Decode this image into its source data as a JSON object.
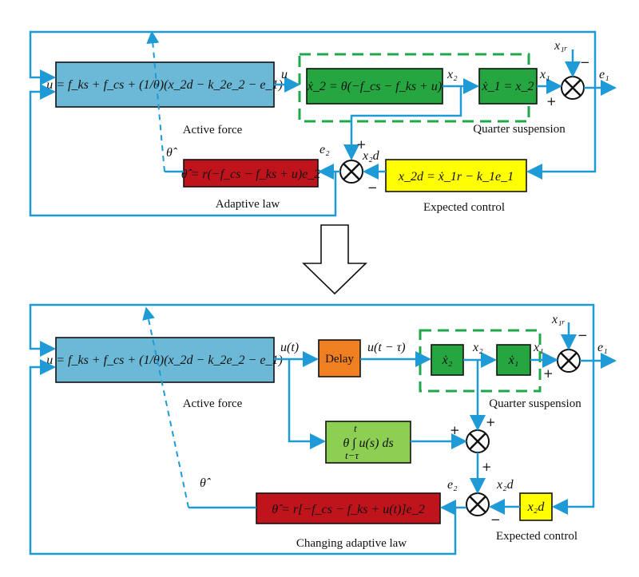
{
  "colors": {
    "wire": "#1e9bd7",
    "active_force": "#6bb9d6",
    "adaptive": "#c0141c",
    "expected": "#ffff00",
    "suspension": "#26a641",
    "delay": "#f07f22",
    "integral": "#8ccf52",
    "dashed_group": "#1ea84a"
  },
  "top": {
    "active_force_eq": "u = f_ks + f_cs + (1/θ)(x_2d − k_2e_2 − e_1)",
    "active_force_label": "Active force",
    "suspension_label": "Quarter suspension",
    "x2dot_eq": "ẋ_2 = θ(−f_cs − f_ks + u)",
    "x1dot_eq": "ẋ_1 = x_2",
    "adaptive_eq": "θ̂ = r(−f_cs − f_ks + u)e_2",
    "adaptive_label": "Adaptive law",
    "expected_eq": "x_2d = ẋ_1r − k_1e_1",
    "expected_label": "Expected control",
    "u": "u",
    "x2": "x₂",
    "x1": "x₁",
    "x1r": "x₁ᵣ",
    "e1": "e₁",
    "e2": "e₂",
    "x2d": "x₂d",
    "theta_hat": "θ̂"
  },
  "bottom": {
    "active_force_eq": "u = f_ks + f_cs + (1/θ)(x_2d − k_2e_2 − e_1)",
    "active_force_label": "Active force",
    "ut": "u(t)",
    "delay_label": "Delay",
    "ut_tau": "u(t − τ)",
    "x2dot": "ẋ₂",
    "x1dot": "ẋ₁",
    "suspension_label": "Quarter suspension",
    "integral_eq": "θ ∫ u(s) ds",
    "integral_upper": "t",
    "integral_lower": "t−τ",
    "adaptive_eq": "θ̂ = r[−f_cs − f_ks + u(t)]e_2",
    "adaptive_label": "Changing adaptive law",
    "expected_eq": "x₂d",
    "expected_label": "Expected control",
    "x2": "x₂",
    "x1": "x₁",
    "x1r": "x₁ᵣ",
    "e1": "e₁",
    "e2": "e₂",
    "x2d": "x₂d",
    "theta_hat": "θ̂"
  },
  "signs": {
    "plus": "+",
    "minus": "−"
  }
}
